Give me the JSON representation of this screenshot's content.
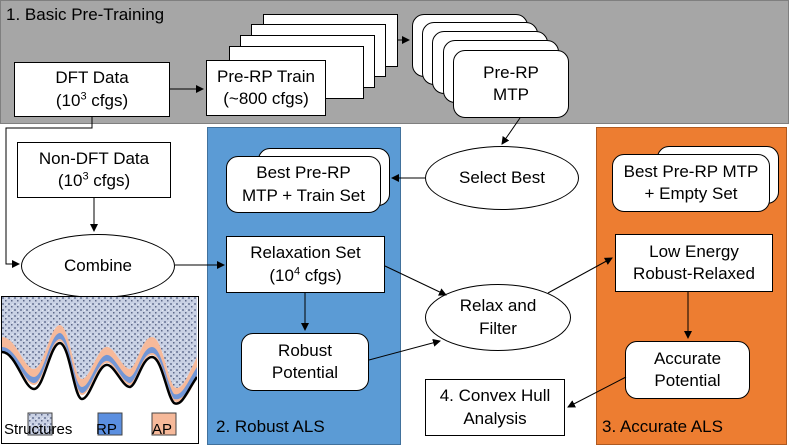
{
  "regions": {
    "pretraining": "1. Basic Pre-Training",
    "robust": "2. Robust ALS",
    "accurate": "3. Accurate ALS",
    "convex_hull": "4. Convex Hull Analysis"
  },
  "nodes": {
    "dft_data": {
      "line1": "DFT Data",
      "base": "(10",
      "exp": "3",
      "rest": " cfgs)"
    },
    "prerp_train": {
      "line1": "Pre-RP Train",
      "line2": "(~800 cfgs)"
    },
    "prerp_mtp": {
      "line1": "Pre-RP",
      "line2": "MTP"
    },
    "select_best": "Select Best",
    "non_dft": {
      "line1": "Non-DFT Data",
      "base": "(10",
      "exp": "3",
      "rest": " cfgs)"
    },
    "best_train": {
      "line1": "Best Pre-RP",
      "line2": "MTP + Train Set"
    },
    "best_empty": {
      "line1": "Best Pre-RP MTP",
      "line2": "+ Empty Set"
    },
    "combine": "Combine",
    "relax_set": {
      "line1": "Relaxation Set",
      "base": "(10",
      "exp": "4",
      "rest": " cfgs)"
    },
    "relax_filter": {
      "line1": "Relax and",
      "line2": "Filter"
    },
    "low_energy": {
      "line1": "Low Energy",
      "line2": "Robust-Relaxed"
    },
    "robust_potential": {
      "line1": "Robust",
      "line2": "Potential"
    },
    "accurate_potential": {
      "line1": "Accurate",
      "line2": "Potential"
    },
    "convex_hull": {
      "line1": "4. Convex Hull",
      "line2": "Analysis"
    }
  },
  "legend": {
    "structures": "Structures",
    "rp": "RP",
    "ap": "AP",
    "colors": {
      "rp": "#5b8fe0",
      "ap": "#f6b99a"
    }
  },
  "colors": {
    "pretraining_bg": "#a6a6a6",
    "robust_bg": "#5b9bd5",
    "accurate_bg": "#ed7d31",
    "convex_bg": "#70ad47"
  }
}
